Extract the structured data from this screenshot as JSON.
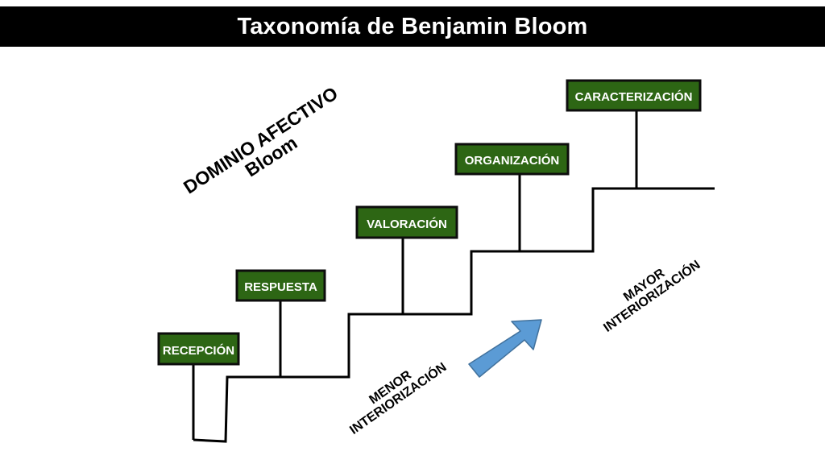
{
  "title": "Taxonomía de Benjamin Bloom",
  "domain_label": {
    "line1": "DOMINIO AFECTIVO",
    "line2": "Bloom"
  },
  "levels": [
    {
      "label": "RECEPCIÓN"
    },
    {
      "label": "RESPUESTA"
    },
    {
      "label": "VALORACIÓN"
    },
    {
      "label": "ORGANIZACIÓN"
    },
    {
      "label": "CARACTERIZACIÓN"
    }
  ],
  "menor": {
    "line1": "MENOR",
    "line2": "INTERIORIZACIÓN"
  },
  "mayor": {
    "line1": "MAYOR",
    "line2": "INTERIORIZACIÓN"
  },
  "colors": {
    "box_fill": "#2d6614",
    "box_border": "#0d0d0d",
    "box_text": "#ffffff",
    "arrow_fill": "#5b9bd5",
    "arrow_stroke": "#41719c",
    "title_bar": "#000000"
  }
}
